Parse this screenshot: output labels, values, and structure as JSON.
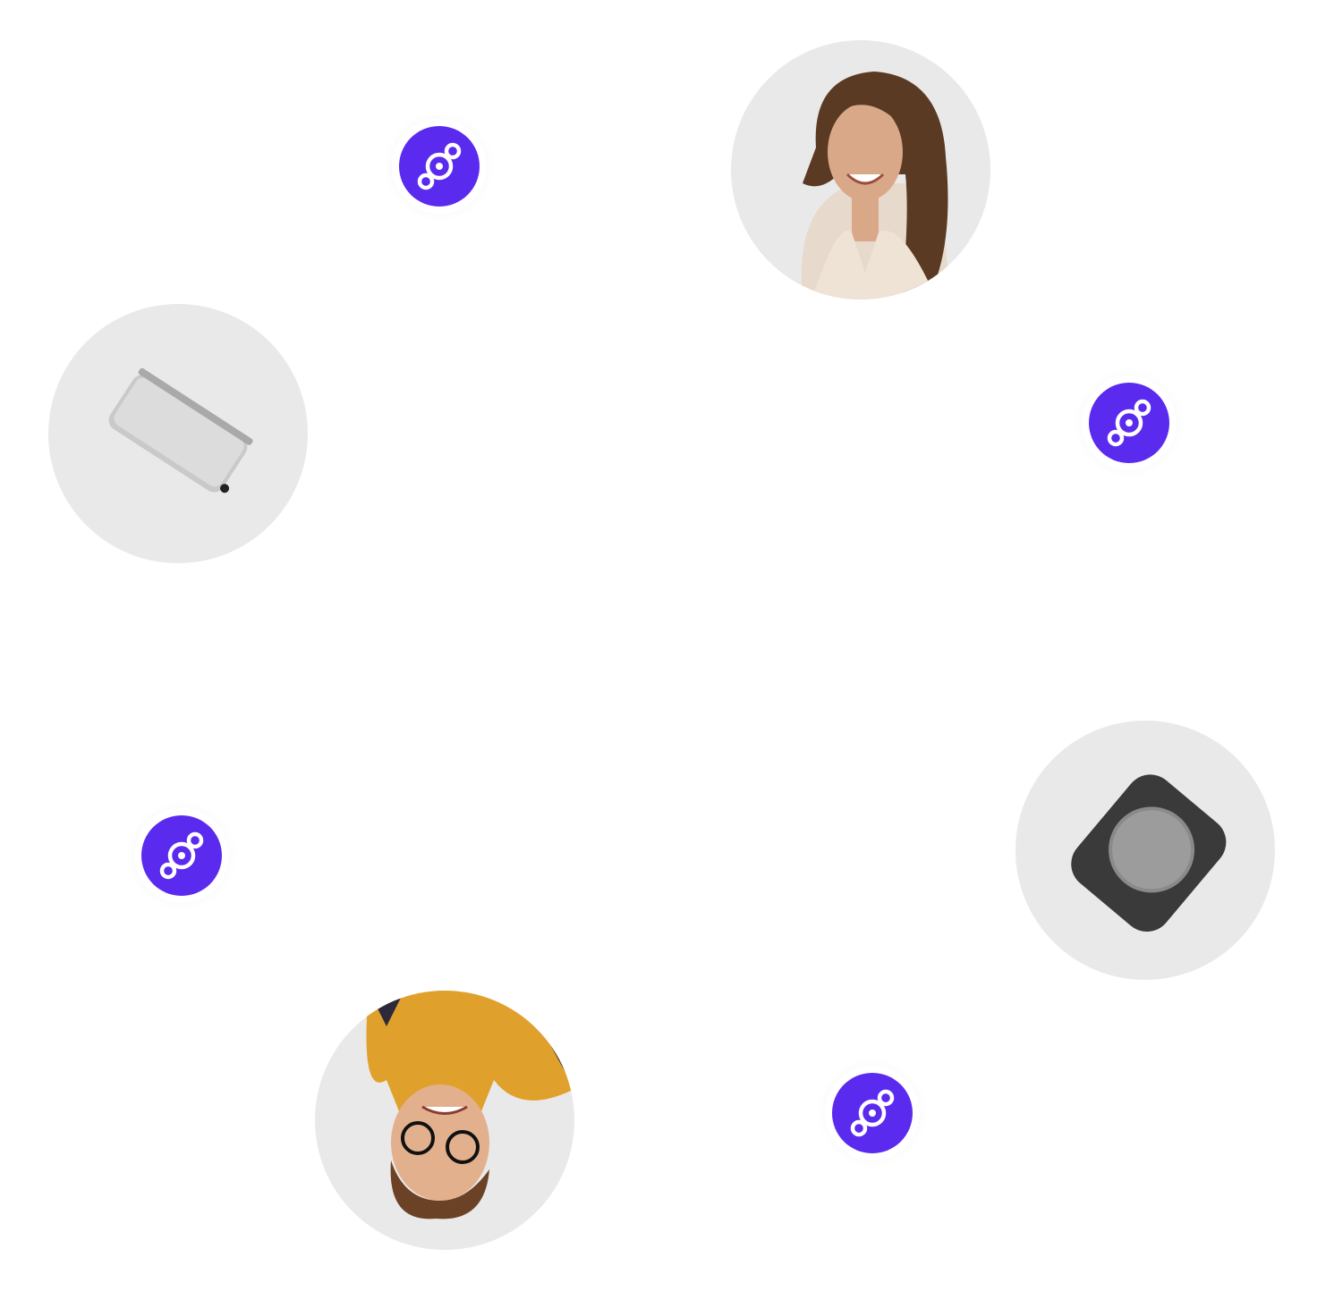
{
  "colors": {
    "brand": "#5a2bef",
    "disc": "#e9e9e9",
    "background": "#ffffff"
  },
  "nodes": [
    {
      "kind": "person",
      "icon": "woman-avatar"
    },
    {
      "kind": "device",
      "icon": "silver-hotspot-device"
    },
    {
      "kind": "device",
      "icon": "dark-hotspot-device"
    },
    {
      "kind": "person",
      "icon": "man-avatar"
    }
  ],
  "logos": [
    "helium-logo-icon",
    "helium-logo-icon",
    "helium-logo-icon",
    "helium-logo-icon"
  ]
}
